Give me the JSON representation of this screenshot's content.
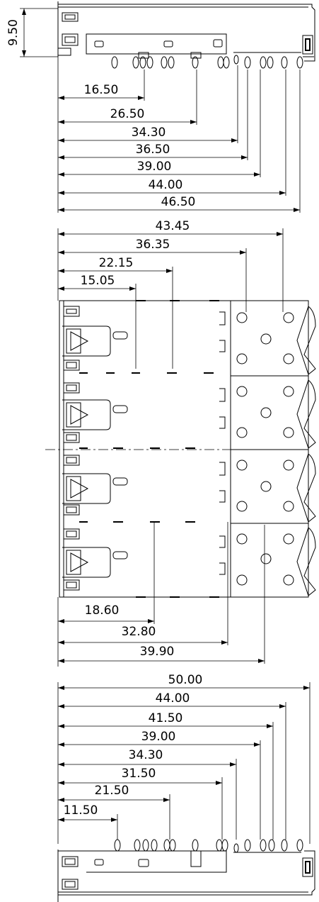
{
  "drawing": {
    "top_height_dim": "9.50",
    "top_pin_dims": [
      "16.50",
      "26.50",
      "34.30",
      "36.50",
      "39.00",
      "44.00",
      "46.50"
    ],
    "mid_top_dims": [
      "43.45",
      "36.35",
      "22.15",
      "15.05"
    ],
    "mid_bottom_dims": [
      "18.60",
      "32.80",
      "39.90"
    ],
    "bottom_dims": [
      "50.00",
      "44.00",
      "41.50",
      "39.00",
      "34.30",
      "31.50",
      "21.50",
      "11.50"
    ]
  }
}
